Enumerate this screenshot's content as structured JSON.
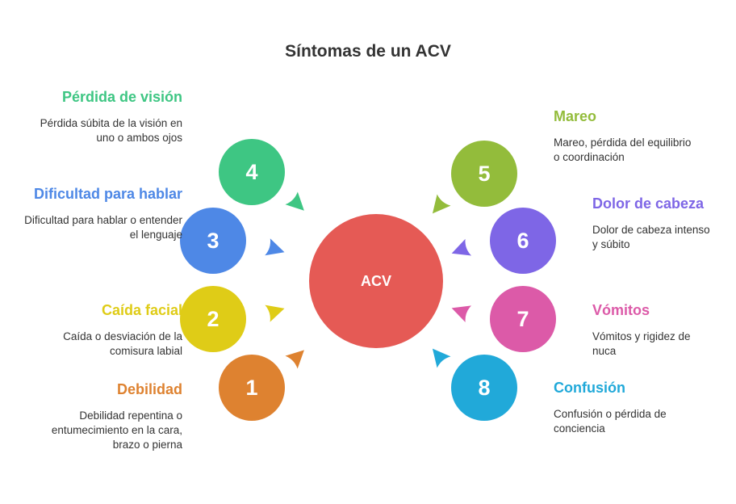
{
  "title": "Síntomas de un ACV",
  "center": {
    "label": "ACV",
    "color": "#e55a55"
  },
  "items": [
    {
      "number": "1",
      "heading": "Debilidad",
      "description": "Debilidad repentina o entumecimiento en la cara, brazo o pierna",
      "color": "#de8230"
    },
    {
      "number": "2",
      "heading": "Caída facial",
      "description": "Caída o desviación de la comisura labial",
      "color": "#dfcc17"
    },
    {
      "number": "3",
      "heading": "Dificultad para hablar",
      "description": "Dificultad para hablar o entender el lenguaje",
      "color": "#4e88e6"
    },
    {
      "number": "4",
      "heading": "Pérdida de visión",
      "description": "Pérdida súbita de la visión en uno o ambos ojos",
      "color": "#3ec683"
    },
    {
      "number": "5",
      "heading": "Mareo",
      "description": "Mareo, pérdida del equilibrio o coordinación",
      "color": "#93bc3b"
    },
    {
      "number": "6",
      "heading": "Dolor de cabeza",
      "description": "Dolor de cabeza intenso y súbito",
      "color": "#7e66e6"
    },
    {
      "number": "7",
      "heading": "Vómitos",
      "description": "Vómitos y rigidez de nuca",
      "color": "#dc5aa8"
    },
    {
      "number": "8",
      "heading": "Confusión",
      "description": "Confusión o pérdida de conciencia",
      "color": "#21a9d9"
    }
  ]
}
